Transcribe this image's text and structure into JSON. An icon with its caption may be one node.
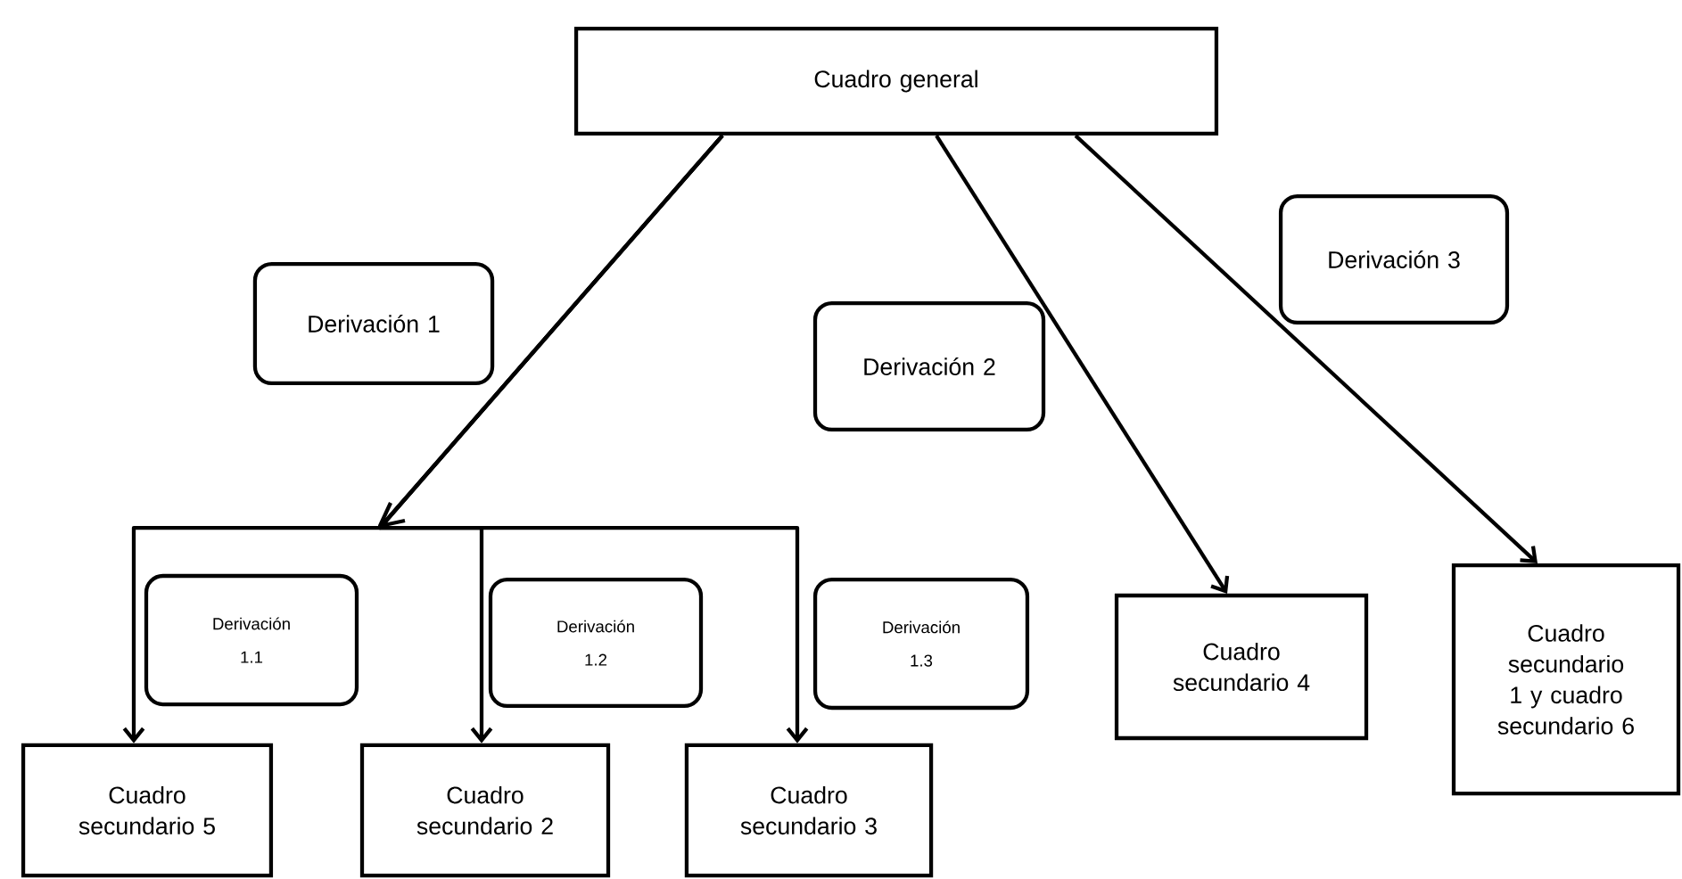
{
  "diagram": {
    "nodes": [
      {
        "text": [
          "Cuadro general"
        ]
      },
      {
        "text": [
          "Derivación 1"
        ]
      },
      {
        "text": [
          "Derivación 2"
        ]
      },
      {
        "text": [
          "Derivación 3"
        ]
      },
      {
        "text": [
          "Derivación 1.1"
        ]
      },
      {
        "text": [
          "Derivación 1.2"
        ]
      },
      {
        "text": [
          "Derivación 1.3"
        ]
      },
      {
        "text": [
          "Cuadro secundario 5"
        ]
      },
      {
        "text": [
          "Cuadro secundario 2"
        ]
      },
      {
        "text": [
          "Cuadro secundario 3"
        ]
      },
      {
        "text": [
          "Cuadro secundario 4"
        ]
      },
      {
        "text": [
          "Cuadro secundario 1 y cuadro secundario 6"
        ]
      }
    ],
    "edges": [
      {
        "from": 0,
        "to": 7,
        "arrow": "to"
      },
      {
        "from": 0,
        "to": 8,
        "arrow": "to"
      },
      {
        "from": 0,
        "to": 9,
        "arrow": "to"
      },
      {
        "from": 0,
        "to": 10,
        "arrow": "to"
      },
      {
        "from": 0,
        "to": 11,
        "arrow": "to"
      }
    ]
  }
}
